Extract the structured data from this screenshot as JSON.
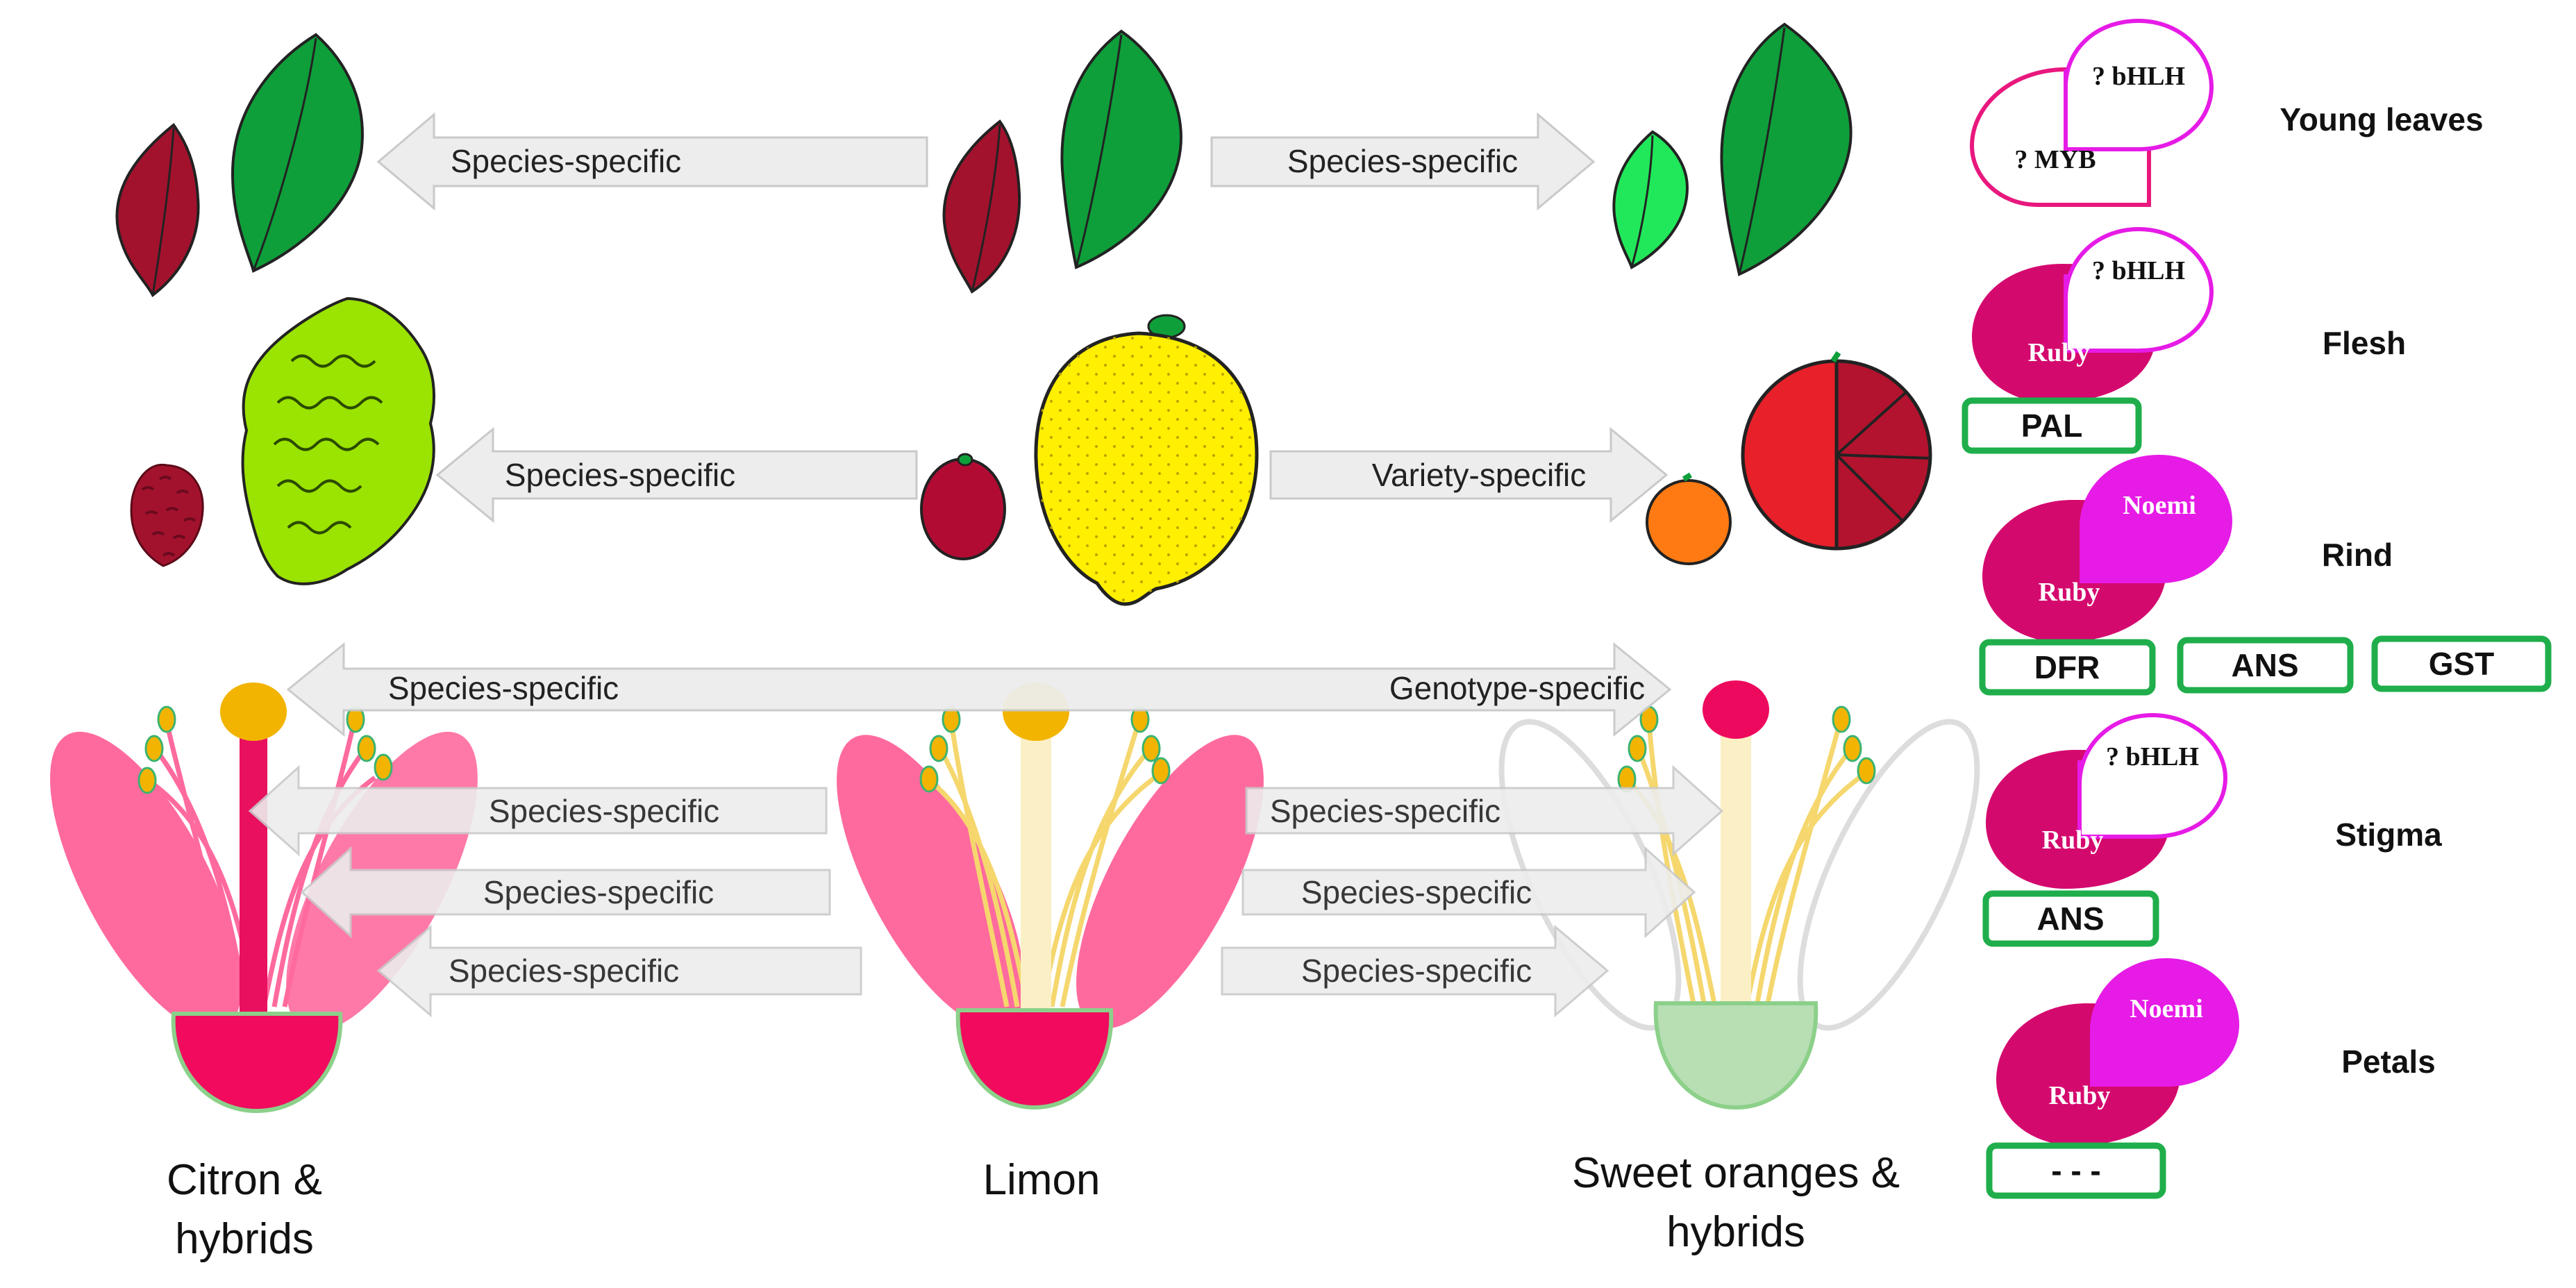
{
  "colors": {
    "ruby": "#D4096E",
    "magenta": "#E61BE6",
    "pink_outline": "#E8187E",
    "gene_border": "#1FAE4B",
    "arrow_fill": "#EDEDED",
    "arrow_stroke": "#C9C9C9",
    "leaf_green": "#0E9F3A",
    "leaf_red": "#A3122D",
    "lemon_yellow": "#FFEF00",
    "citron_green": "#9BE300",
    "orange": "#FF7A12",
    "blood_red": "#E8202A",
    "petal_pink": "#FF6A9E",
    "stamen_yellow": "#F5D76E",
    "anther_gold": "#F2B400"
  },
  "arrows": {
    "leaves_left": "Species-specific",
    "leaves_right": "Species-specific",
    "fruit_left": "Species-specific",
    "fruit_right": "Variety-specific",
    "stigma_left": "Species-specific",
    "stigma_right": "Genotype-specific",
    "stamen_left": "Species-specific",
    "stamen_right": "Species-specific",
    "style_left": "Species-specific",
    "style_right": "Species-specific",
    "petal_left": "Species-specific",
    "petal_right": "Species-specific"
  },
  "captions": {
    "citron_line1": "Citron &",
    "citron_line2": "hybrids",
    "limon": "Limon",
    "sweet_line1": "Sweet oranges &",
    "sweet_line2": "hybrids"
  },
  "panel": {
    "young_leaves": {
      "tissue": "Young leaves",
      "tf_top": "? bHLH",
      "tf_bottom": "? MYB"
    },
    "flesh": {
      "tissue": "Flesh",
      "tf_top": "? bHLH",
      "tf_bottom": "Ruby",
      "genes": [
        "PAL"
      ]
    },
    "rind": {
      "tissue": "Rind",
      "tf_top": "Noemi",
      "tf_bottom": "Ruby",
      "genes": [
        "DFR",
        "ANS",
        "GST"
      ]
    },
    "stigma": {
      "tissue": "Stigma",
      "tf_top": "? bHLH",
      "tf_bottom": "Ruby",
      "genes": [
        "ANS"
      ]
    },
    "petals": {
      "tissue": "Petals",
      "tf_top": "Noemi",
      "tf_bottom": "Ruby",
      "genes": [
        "- - -"
      ]
    }
  }
}
